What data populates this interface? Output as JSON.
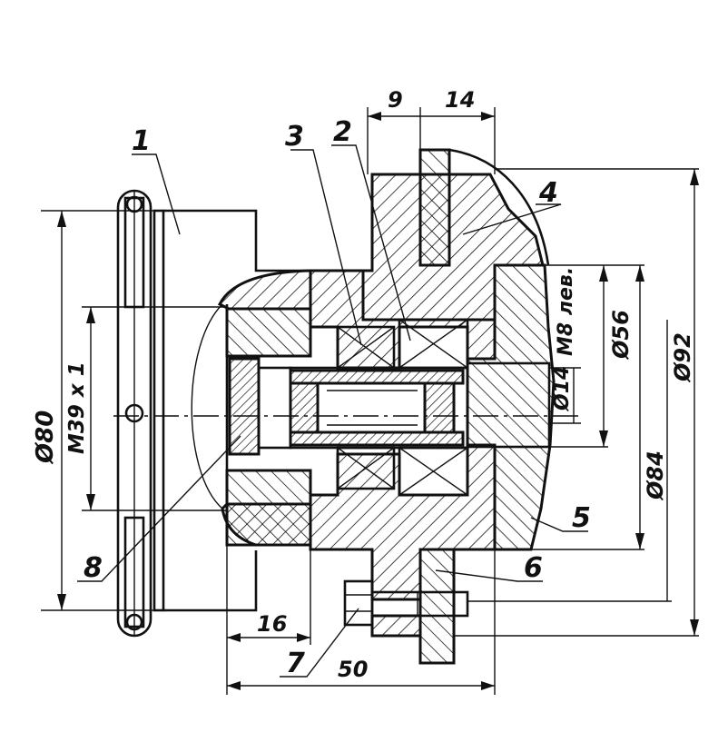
{
  "drawing": {
    "part_numbers": [
      "1",
      "2",
      "3",
      "4",
      "5",
      "6",
      "7",
      "8"
    ],
    "dimensions": {
      "d80": "Ø80",
      "m39": "M39 x 1",
      "d14": "Ø14",
      "d56": "Ø56",
      "d84": "Ø84",
      "d92": "Ø92",
      "m8": "M8 лев.",
      "w9": "9",
      "w14": "14",
      "w16": "16",
      "w50": "50"
    },
    "colors": {
      "ink": "#111111",
      "paper": "#ffffff"
    }
  }
}
